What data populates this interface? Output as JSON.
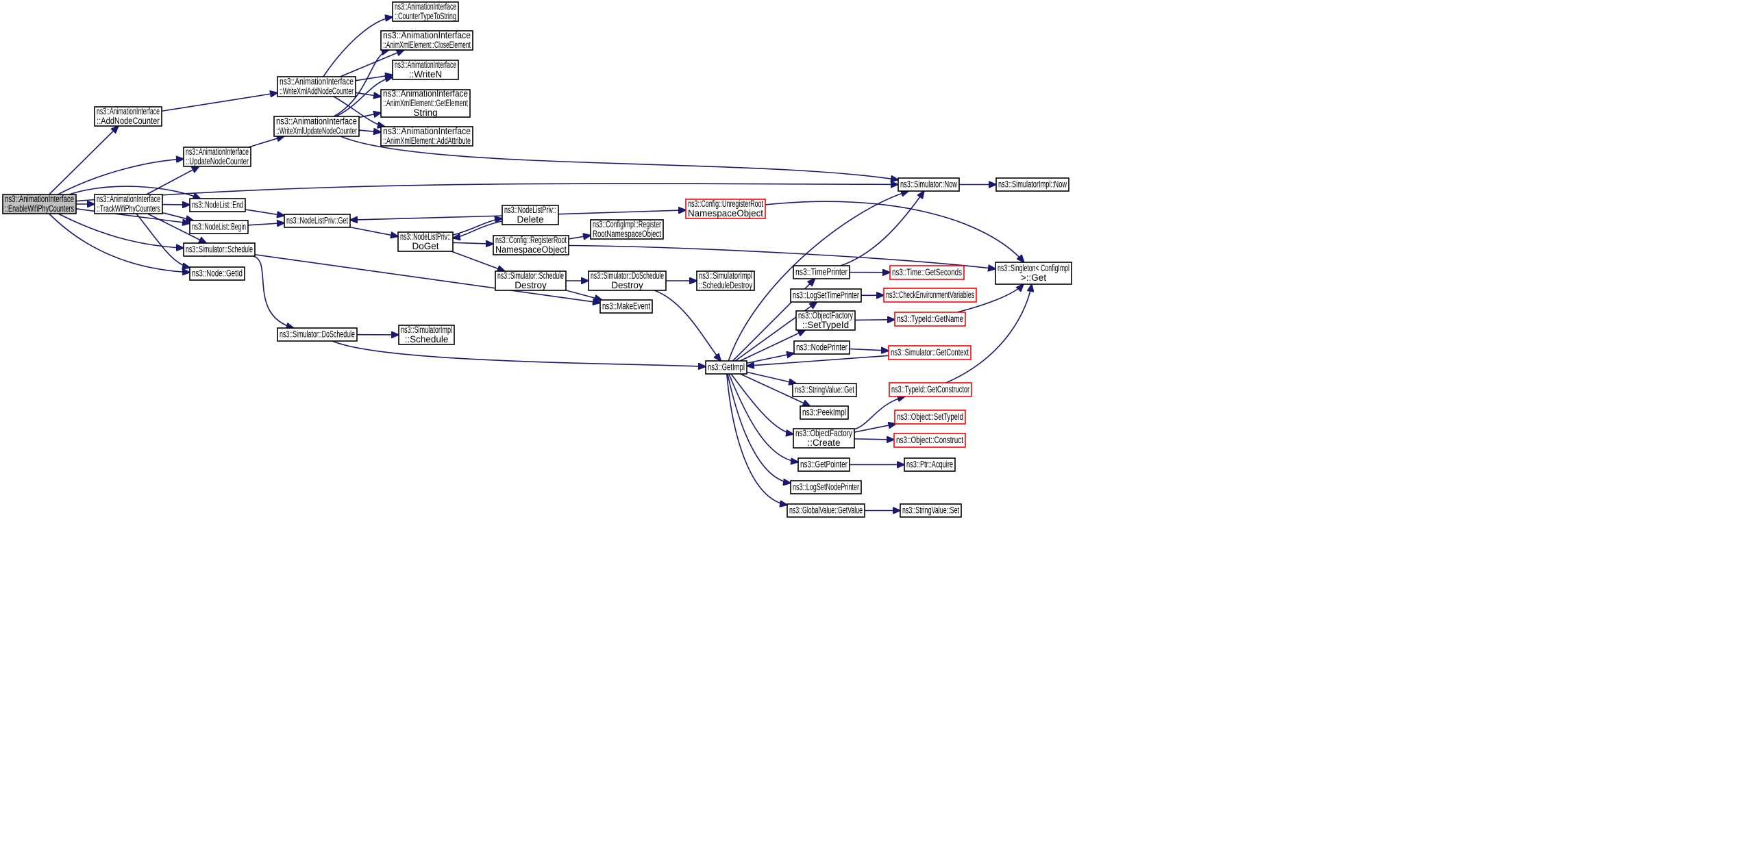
{
  "diagram": {
    "edge_color": "#191970",
    "external_border_color": "#ff0000",
    "root_fill_color": "#bfbfbf",
    "nodes": [
      {
        "id": "enablewifi",
        "lines": [
          "ns3::AnimationInterface",
          "::EnableWifiPhyCounters"
        ],
        "style": "root"
      },
      {
        "id": "addnodecounter",
        "lines": [
          "ns3::AnimationInterface",
          "::AddNodeCounter"
        ],
        "style": "normal"
      },
      {
        "id": "updatenodecounter",
        "lines": [
          "ns3::AnimationInterface",
          "::UpdateNodeCounter"
        ],
        "style": "normal"
      },
      {
        "id": "trackwifi",
        "lines": [
          "ns3::AnimationInterface",
          "::TrackWifiPhyCounters"
        ],
        "style": "normal"
      },
      {
        "id": "nodelistend",
        "lines": [
          "ns3::NodeList::End"
        ],
        "style": "normal"
      },
      {
        "id": "nodelistbegin",
        "lines": [
          "ns3::NodeList::Begin"
        ],
        "style": "normal"
      },
      {
        "id": "simschedule",
        "lines": [
          "ns3::Simulator::Schedule"
        ],
        "style": "normal"
      },
      {
        "id": "nodegetid",
        "lines": [
          "ns3::Node::GetId"
        ],
        "style": "normal"
      },
      {
        "id": "writexmladd",
        "lines": [
          "ns3::AnimationInterface",
          "::WriteXmlAddNodeCounter"
        ],
        "style": "normal"
      },
      {
        "id": "writexmlupdate",
        "lines": [
          "ns3::AnimationInterface",
          "::WriteXmlUpdateNodeCounter"
        ],
        "style": "normal"
      },
      {
        "id": "countertype",
        "lines": [
          "ns3::AnimationInterface",
          "::CounterTypeToString"
        ],
        "style": "normal"
      },
      {
        "id": "closeelement",
        "lines": [
          "ns3::AnimationInterface",
          "::AnimXmlElement::CloseElement"
        ],
        "style": "normal"
      },
      {
        "id": "writen",
        "lines": [
          "ns3::AnimationInterface",
          "::WriteN"
        ],
        "style": "normal"
      },
      {
        "id": "getelementstring",
        "lines": [
          "ns3::AnimationInterface",
          "::AnimXmlElement::GetElement",
          "String"
        ],
        "style": "normal"
      },
      {
        "id": "addattribute",
        "lines": [
          "ns3::AnimationInterface",
          "::AnimXmlElement::AddAttribute"
        ],
        "style": "normal"
      },
      {
        "id": "nodelistprivget",
        "lines": [
          "ns3::NodeListPriv::Get"
        ],
        "style": "normal"
      },
      {
        "id": "nodelistprivdoget",
        "lines": [
          "ns3::NodeListPriv::",
          "DoGet"
        ],
        "style": "normal"
      },
      {
        "id": "nodelistprivdelete",
        "lines": [
          "ns3::NodeListPriv::",
          "Delete"
        ],
        "style": "normal"
      },
      {
        "id": "configregister",
        "lines": [
          "ns3::Config::RegisterRoot",
          "NamespaceObject"
        ],
        "style": "normal"
      },
      {
        "id": "configunregister",
        "lines": [
          "ns3::Config::UnregisterRoot",
          "NamespaceObject"
        ],
        "style": "external"
      },
      {
        "id": "configimplregister",
        "lines": [
          "ns3::ConfigImpl::Register",
          "RootNamespaceObject"
        ],
        "style": "normal"
      },
      {
        "id": "simscheduledestroy",
        "lines": [
          "ns3::Simulator::Schedule",
          "Destroy"
        ],
        "style": "normal"
      },
      {
        "id": "simdoscheduledestroy",
        "lines": [
          "ns3::Simulator::DoSchedule",
          "Destroy"
        ],
        "style": "normal"
      },
      {
        "id": "simimplscheduledestroy",
        "lines": [
          "ns3::SimulatorImpl",
          "::ScheduleDestroy"
        ],
        "style": "normal"
      },
      {
        "id": "makeevent",
        "lines": [
          "ns3::MakeEvent"
        ],
        "style": "normal"
      },
      {
        "id": "simdoschedule",
        "lines": [
          "ns3::Simulator::DoSchedule"
        ],
        "style": "normal"
      },
      {
        "id": "simimplschedule",
        "lines": [
          "ns3::SimulatorImpl",
          "::Schedule"
        ],
        "style": "normal"
      },
      {
        "id": "simnow",
        "lines": [
          "ns3::Simulator::Now"
        ],
        "style": "normal"
      },
      {
        "id": "simimplnow",
        "lines": [
          "ns3::SimulatorImpl::Now"
        ],
        "style": "normal"
      },
      {
        "id": "singletonget",
        "lines": [
          "ns3::Singleton< ConfigImpl",
          " >::Get"
        ],
        "style": "normal"
      },
      {
        "id": "getimpl",
        "lines": [
          "ns3::GetImpl"
        ],
        "style": "normal"
      },
      {
        "id": "timeprinter",
        "lines": [
          "ns3::TimePrinter"
        ],
        "style": "normal"
      },
      {
        "id": "timegetseconds",
        "lines": [
          "ns3::Time::GetSeconds"
        ],
        "style": "external"
      },
      {
        "id": "logsettimeprinter",
        "lines": [
          "ns3::LogSetTimePrinter"
        ],
        "style": "normal"
      },
      {
        "id": "checkenv",
        "lines": [
          "ns3::CheckEnvironmentVariables"
        ],
        "style": "external"
      },
      {
        "id": "objfactorysettypeid",
        "lines": [
          "ns3::ObjectFactory",
          "::SetTypeId"
        ],
        "style": "normal"
      },
      {
        "id": "typeidgetname",
        "lines": [
          "ns3::TypeId::GetName"
        ],
        "style": "external"
      },
      {
        "id": "nodeprinter",
        "lines": [
          "ns3::NodePrinter"
        ],
        "style": "normal"
      },
      {
        "id": "simgetcontext",
        "lines": [
          "ns3::Simulator::GetContext"
        ],
        "style": "external"
      },
      {
        "id": "stringvalueget",
        "lines": [
          "ns3::StringValue::Get"
        ],
        "style": "normal"
      },
      {
        "id": "peekimpl",
        "lines": [
          "ns3::PeekImpl"
        ],
        "style": "normal"
      },
      {
        "id": "objfactorycreate",
        "lines": [
          "ns3::ObjectFactory",
          "::Create"
        ],
        "style": "normal"
      },
      {
        "id": "typeidgetconstructor",
        "lines": [
          "ns3::TypeId::GetConstructor"
        ],
        "style": "external"
      },
      {
        "id": "objectsettypeid",
        "lines": [
          "ns3::Object::SetTypeId"
        ],
        "style": "external"
      },
      {
        "id": "objectconstruct",
        "lines": [
          "ns3::Object::Construct"
        ],
        "style": "external"
      },
      {
        "id": "getpointer",
        "lines": [
          "ns3::GetPointer"
        ],
        "style": "normal"
      },
      {
        "id": "ptracquire",
        "lines": [
          "ns3::Ptr::Acquire"
        ],
        "style": "normal"
      },
      {
        "id": "logsetnodeprinter",
        "lines": [
          "ns3::LogSetNodePrinter"
        ],
        "style": "normal"
      },
      {
        "id": "globalvaluegetvalue",
        "lines": [
          "ns3::GlobalValue::GetValue"
        ],
        "style": "normal"
      },
      {
        "id": "stringvalueset",
        "lines": [
          "ns3::StringValue::Set"
        ],
        "style": "normal"
      }
    ],
    "edges": [
      [
        "enablewifi",
        "addnodecounter"
      ],
      [
        "enablewifi",
        "updatenodecounter"
      ],
      [
        "enablewifi",
        "nodelistend"
      ],
      [
        "enablewifi",
        "trackwifi"
      ],
      [
        "enablewifi",
        "simnow"
      ],
      [
        "enablewifi",
        "nodelistbegin"
      ],
      [
        "enablewifi",
        "simschedule"
      ],
      [
        "enablewifi",
        "nodegetid"
      ],
      [
        "addnodecounter",
        "writexmladd"
      ],
      [
        "updatenodecounter",
        "writexmlupdate"
      ],
      [
        "trackwifi",
        "updatenodecounter"
      ],
      [
        "trackwifi",
        "nodelistend"
      ],
      [
        "trackwifi",
        "nodelistbegin"
      ],
      [
        "trackwifi",
        "simschedule"
      ],
      [
        "trackwifi",
        "nodegetid"
      ],
      [
        "writexmladd",
        "countertype"
      ],
      [
        "writexmladd",
        "closeelement"
      ],
      [
        "writexmladd",
        "writen"
      ],
      [
        "writexmladd",
        "getelementstring"
      ],
      [
        "writexmladd",
        "addattribute"
      ],
      [
        "writexmlupdate",
        "closeelement"
      ],
      [
        "writexmlupdate",
        "writen"
      ],
      [
        "writexmlupdate",
        "getelementstring"
      ],
      [
        "writexmlupdate",
        "addattribute"
      ],
      [
        "writexmlupdate",
        "simnow"
      ],
      [
        "nodelistend",
        "nodelistprivget"
      ],
      [
        "nodelistbegin",
        "nodelistprivget"
      ],
      [
        "nodelistprivget",
        "nodelistprivdoget"
      ],
      [
        "nodelistprivdoget",
        "nodelistprivdelete"
      ],
      [
        "nodelistprivdoget",
        "configregister"
      ],
      [
        "nodelistprivdoget",
        "simscheduledestroy"
      ],
      [
        "nodelistprivdelete",
        "nodelistprivget"
      ],
      [
        "nodelistprivdelete",
        "nodelistprivdoget"
      ],
      [
        "nodelistprivdelete",
        "configunregister"
      ],
      [
        "configunregister",
        "singletonget"
      ],
      [
        "configregister",
        "configimplregister"
      ],
      [
        "configregister",
        "singletonget"
      ],
      [
        "simscheduledestroy",
        "simdoscheduledestroy"
      ],
      [
        "simscheduledestroy",
        "makeevent"
      ],
      [
        "simdoscheduledestroy",
        "simimplscheduledestroy"
      ],
      [
        "simdoscheduledestroy",
        "getimpl"
      ],
      [
        "simschedule",
        "makeevent"
      ],
      [
        "simschedule",
        "simdoschedule"
      ],
      [
        "simdoschedule",
        "simimplschedule"
      ],
      [
        "simdoschedule",
        "getimpl"
      ],
      [
        "simnow",
        "simimplnow"
      ],
      [
        "getimpl",
        "simnow"
      ],
      [
        "getimpl",
        "timeprinter"
      ],
      [
        "getimpl",
        "logsettimeprinter"
      ],
      [
        "getimpl",
        "objfactorysettypeid"
      ],
      [
        "getimpl",
        "nodeprinter"
      ],
      [
        "getimpl",
        "stringvalueget"
      ],
      [
        "getimpl",
        "peekimpl"
      ],
      [
        "getimpl",
        "objfactorycreate"
      ],
      [
        "getimpl",
        "getpointer"
      ],
      [
        "getimpl",
        "logsetnodeprinter"
      ],
      [
        "getimpl",
        "globalvaluegetvalue"
      ],
      [
        "timeprinter",
        "simnow"
      ],
      [
        "timeprinter",
        "timegetseconds"
      ],
      [
        "logsettimeprinter",
        "checkenv"
      ],
      [
        "objfactorysettypeid",
        "typeidgetname"
      ],
      [
        "typeidgetname",
        "singletonget"
      ],
      [
        "nodeprinter",
        "simgetcontext"
      ],
      [
        "simgetcontext",
        "getimpl"
      ],
      [
        "objfactorycreate",
        "typeidgetconstructor"
      ],
      [
        "objfactorycreate",
        "objectsettypeid"
      ],
      [
        "objfactorycreate",
        "objectconstruct"
      ],
      [
        "typeidgetconstructor",
        "singletonget"
      ],
      [
        "getpointer",
        "ptracquire"
      ],
      [
        "globalvaluegetvalue",
        "stringvalueset"
      ]
    ]
  }
}
